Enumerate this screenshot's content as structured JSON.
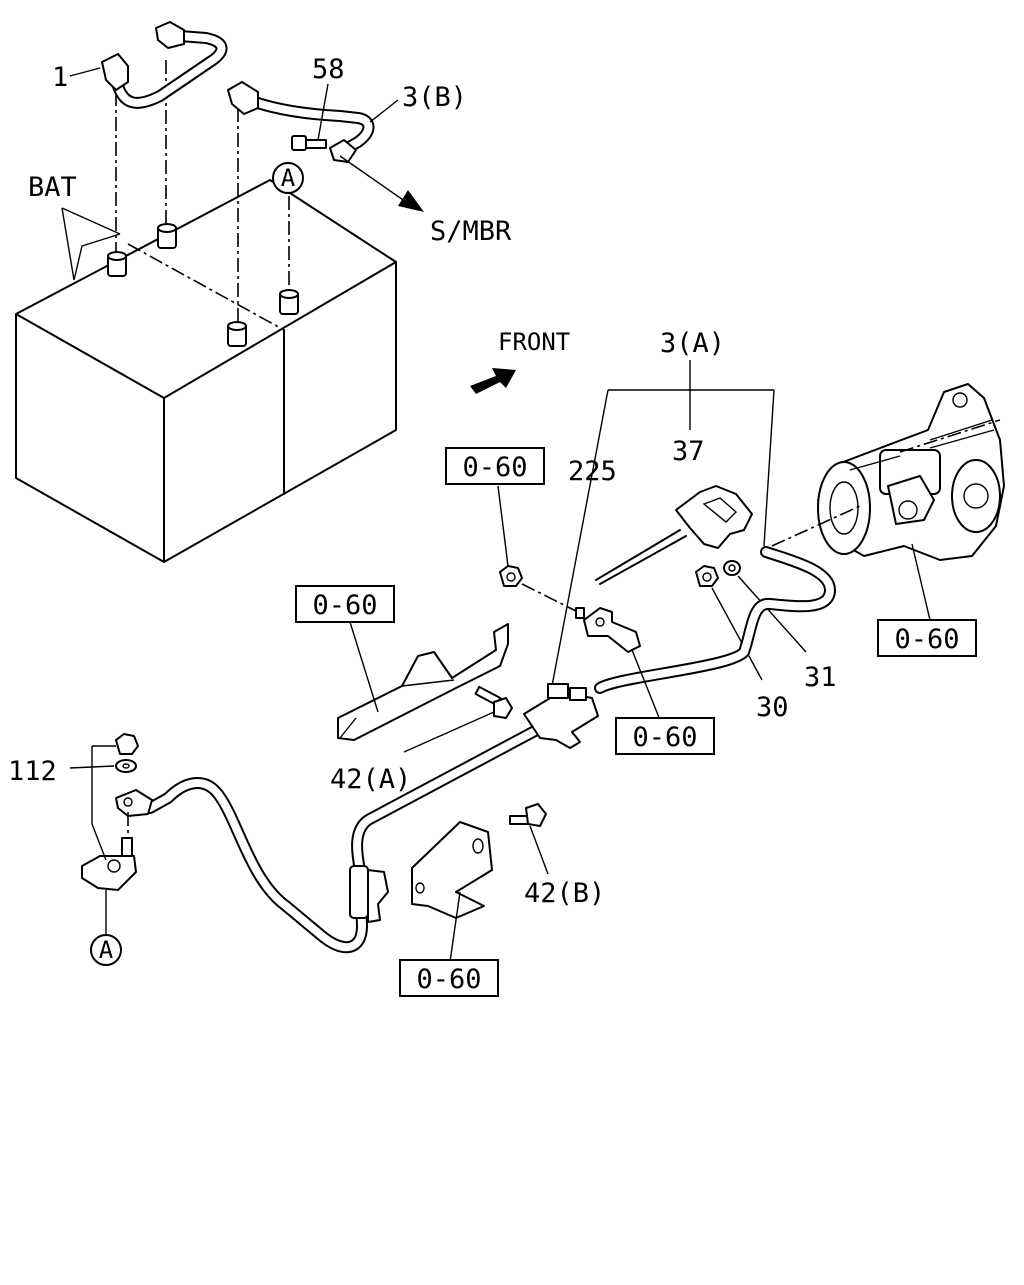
{
  "labels": {
    "part_1": "1",
    "part_58": "58",
    "part_3b": "3(B)",
    "bat": "BAT",
    "circle_a_top": "A",
    "s_mbr": "S/MBR",
    "front": "FRONT",
    "part_3a": "3(A)",
    "part_37": "37",
    "part_225": "225",
    "ref_060_nut": "0-60",
    "ref_060_bracket_a": "0-60",
    "ref_060_starter": "0-60",
    "ref_060_clip": "0-60",
    "ref_060_bracket_b": "0-60",
    "part_30": "30",
    "part_31": "31",
    "part_42a": "42(A)",
    "part_42b": "42(B)",
    "part_112": "112",
    "circle_a_bottom": "A"
  },
  "colors": {
    "line": "#000000",
    "background": "#ffffff"
  },
  "icons": {
    "front_direction": "arrow-icon"
  }
}
